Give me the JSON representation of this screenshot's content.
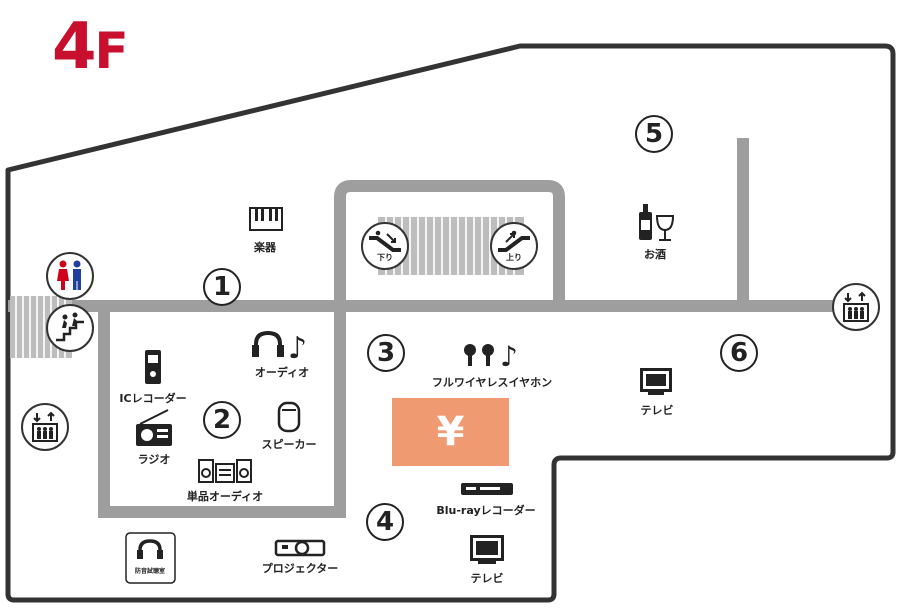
{
  "floor": {
    "number": "4",
    "suffix": "F",
    "color": "#c8102e"
  },
  "areas": [
    {
      "num": "1"
    },
    {
      "num": "2"
    },
    {
      "num": "3"
    },
    {
      "num": "4"
    },
    {
      "num": "5"
    },
    {
      "num": "6"
    }
  ],
  "labels": {
    "instruments": "楽器",
    "audio": "オーディオ",
    "ic_recorder": "ICレコーダー",
    "radio": "ラジオ",
    "speaker": "スピーカー",
    "single_audio": "単品オーディオ",
    "wireless_earphones": "フルワイヤレスイヤホン",
    "tv_right": "テレビ",
    "bluray": "Blu-rayレコーダー",
    "projector": "プロジェクター",
    "tv_bottom": "テレビ",
    "liquor": "お酒",
    "soundproof_room": "防音試聴室",
    "escalator_down": "下り",
    "escalator_up": "上り"
  },
  "register": {
    "symbol": "¥",
    "color": "#f09a72"
  },
  "icons": [
    "toilet-icon",
    "stairs-icon",
    "elevator-icon",
    "escalator-down-icon",
    "escalator-up-icon",
    "piano-icon",
    "headphones-icon",
    "music-note-icon",
    "ic-recorder-icon",
    "radio-icon",
    "speaker-icon",
    "audio-component-icon",
    "earphones-icon",
    "tv-icon",
    "bluray-icon",
    "projector-icon",
    "liquor-icon",
    "soundproof-room-icon"
  ]
}
